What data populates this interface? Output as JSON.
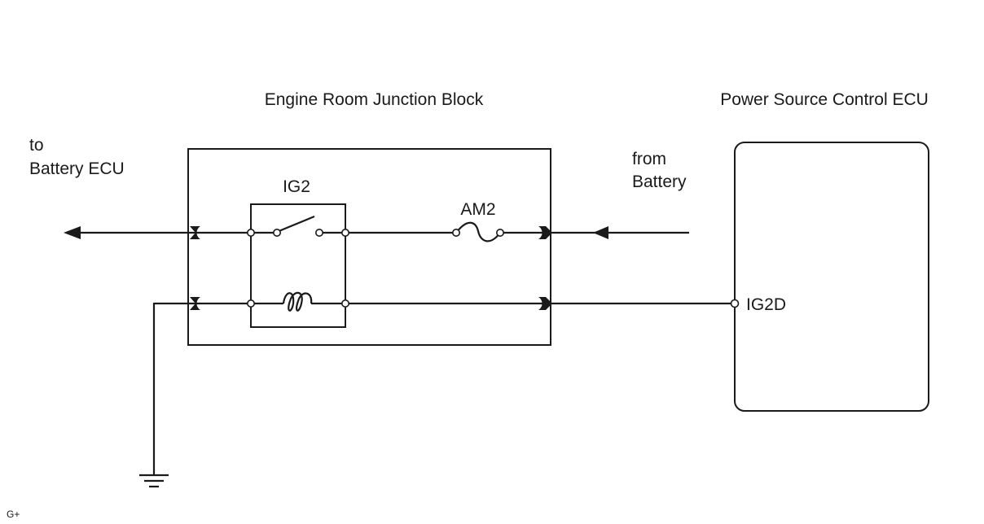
{
  "labels": {
    "junction_block": "Engine Room Junction Block",
    "power_ecu": "Power Source Control ECU",
    "to_line1": "to",
    "to_line2": "Battery ECU",
    "from_line1": "from",
    "from_line2": "Battery",
    "relay": "IG2",
    "fuse": "AM2",
    "ecu_terminal": "IG2D",
    "footnote": "G+"
  },
  "icons": {
    "ground": "ground-symbol-icon",
    "coil": "relay-coil-icon",
    "switch": "relay-switch-icon",
    "fuse": "fuse-icon",
    "arrow": "arrow-icon",
    "connector": "connector-icon"
  },
  "colors": {
    "line": "#1a1a1a",
    "background": "#ffffff"
  }
}
